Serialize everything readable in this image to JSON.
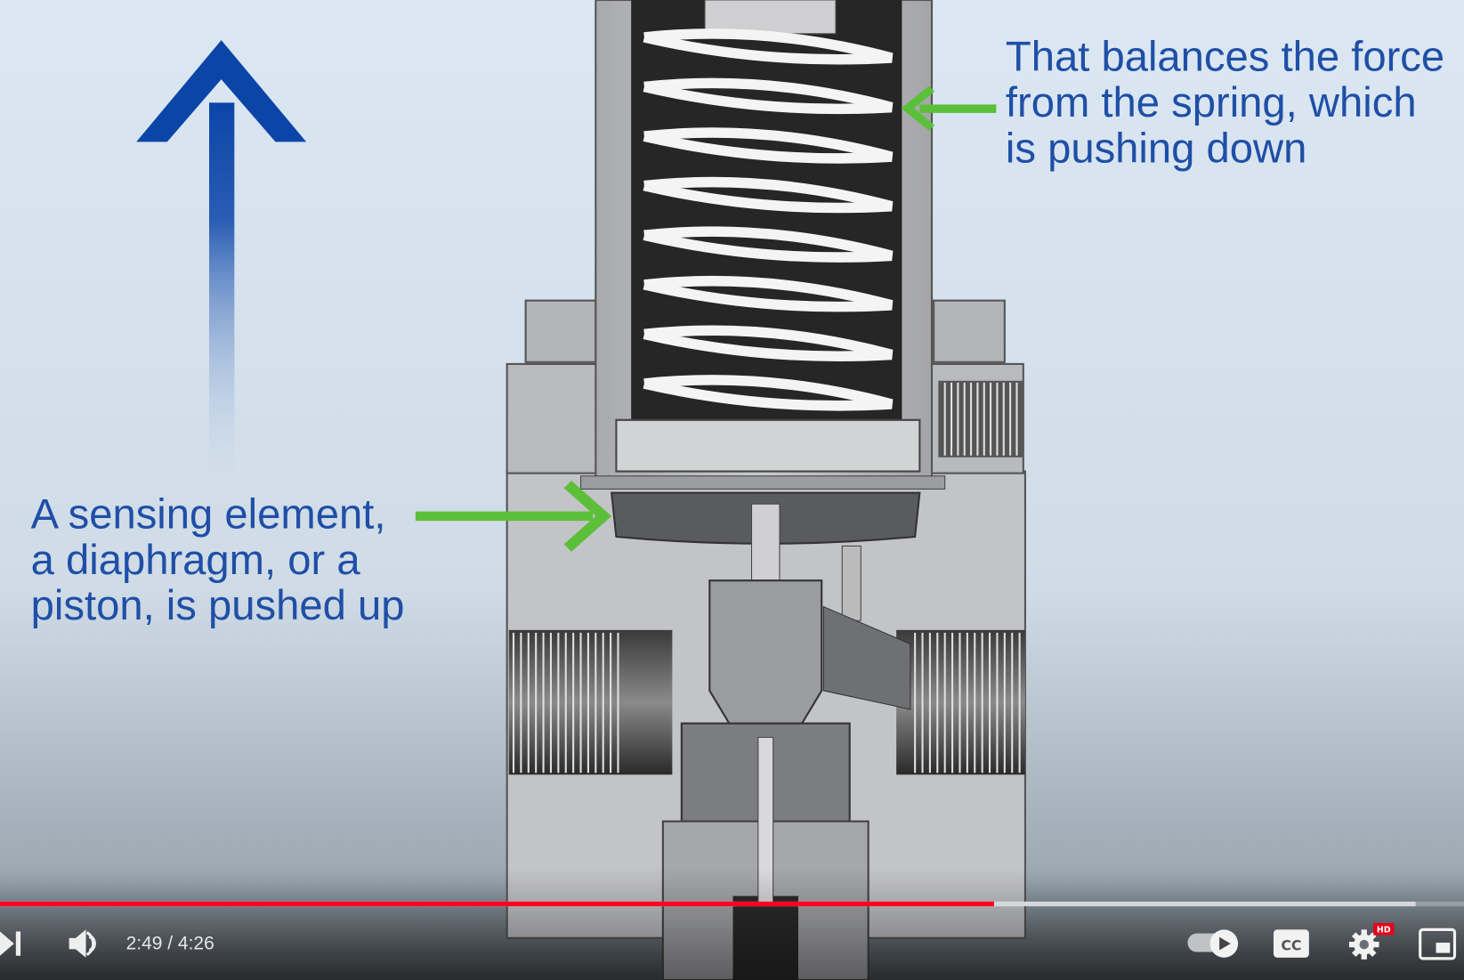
{
  "video": {
    "captions_right": [
      "That balances the force",
      "from the spring, which",
      "is pushing down"
    ],
    "captions_left": [
      "A sensing element,",
      "a diaphragm, or a",
      "piston, is pushed up"
    ]
  },
  "player": {
    "current_time": "2:49",
    "duration": "4:26",
    "time_display": "2:49 / 4:26",
    "progress_fraction": 0.679,
    "buffered_fraction": 0.967,
    "quality_badge": "HD",
    "cc_label": "CC",
    "colors": {
      "progress": "#ff0022",
      "buffered": "#d4d8dc",
      "accent_blue": "#1f4fa6",
      "arrow_green": "#5cbf3a"
    },
    "icons": [
      "next-icon",
      "volume-icon",
      "autoplay-toggle-icon",
      "cc-icon",
      "settings-icon",
      "miniplayer-icon"
    ]
  }
}
